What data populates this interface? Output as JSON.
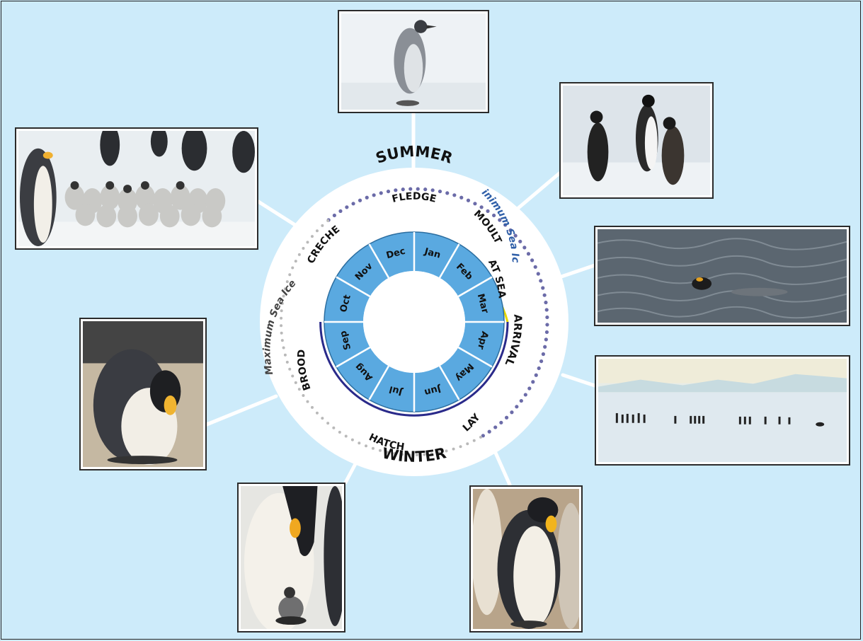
{
  "seasons": {
    "summer": "SUMMER",
    "winter": "WINTER"
  },
  "sea_ice": {
    "minimum": "Minimum Sea Ice",
    "maximum": "Maximum Sea Ice",
    "min_color": "#2f5fa8",
    "max_color": "#444444"
  },
  "stages": {
    "fledge": "FLEDGE",
    "moult": "MOULT",
    "at_sea": "AT SEA",
    "arrival": "ARRIVAL",
    "lay": "LAY",
    "hatch": "HATCH",
    "brood": "BROOD",
    "creche": "CRECHE"
  },
  "months": [
    "Jan",
    "Feb",
    "Mar",
    "Apr",
    "May",
    "Jun",
    "Jul",
    "Aug",
    "Sep",
    "Oct",
    "Nov",
    "Dec"
  ],
  "colors": {
    "background": "#cdebfa",
    "month_ring": "#5aa9e0",
    "summer_arc": "#e8d800",
    "winter_arc": "#2a2a8a",
    "dots_min": "#6b6ba8",
    "dots_max": "#b9b9b9"
  },
  "photos": [
    {
      "name": "photo-juvenile-fledgling"
    },
    {
      "name": "photo-moulting-adults"
    },
    {
      "name": "photo-penguin-at-sea"
    },
    {
      "name": "photo-arrival-colony-march"
    },
    {
      "name": "photo-adult-laying"
    },
    {
      "name": "photo-chick-on-feet"
    },
    {
      "name": "photo-adult-brooding"
    },
    {
      "name": "photo-creche-chicks"
    }
  ]
}
